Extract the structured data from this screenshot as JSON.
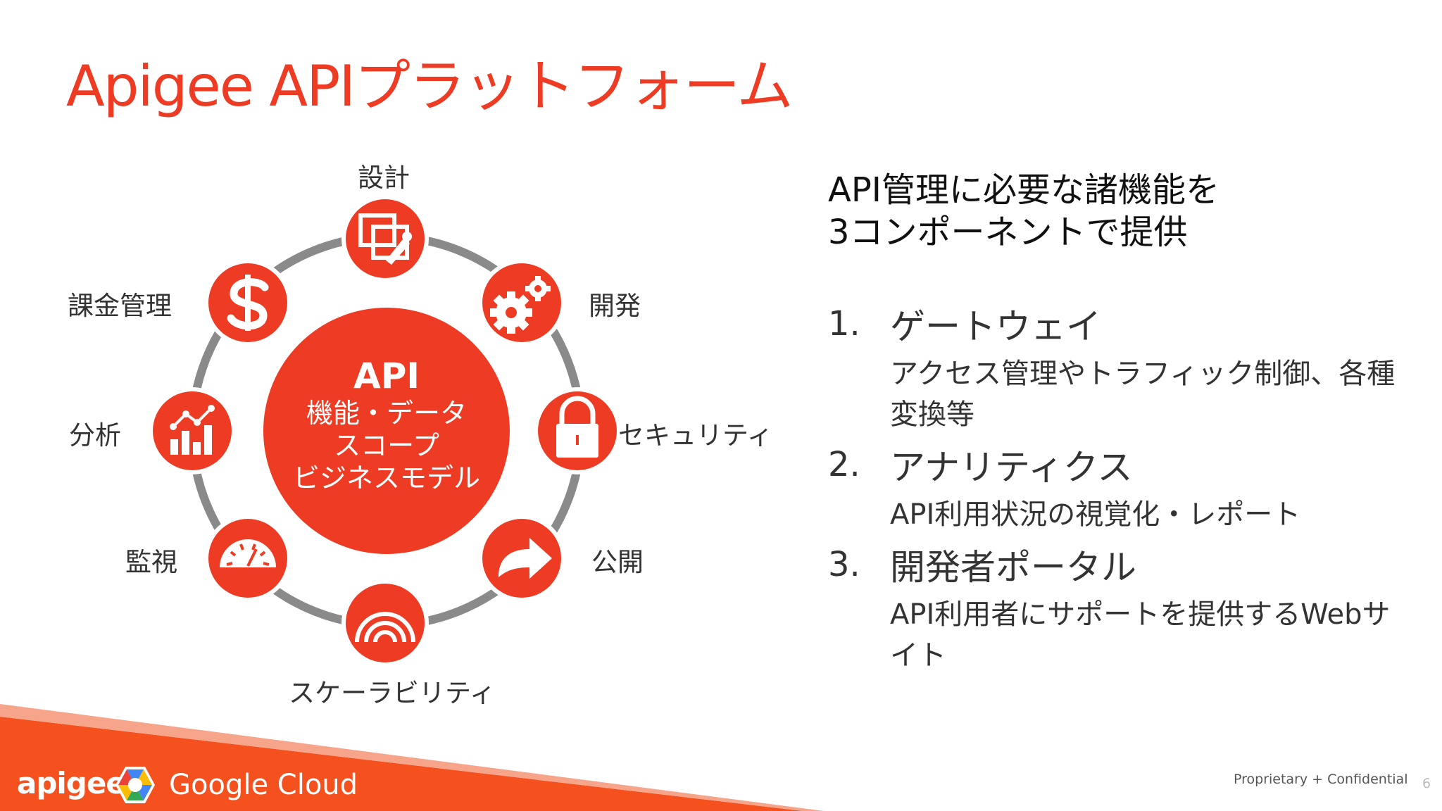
{
  "slide": {
    "title": "Apigee APIプラットフォーム",
    "page_number": "6",
    "confidential": "Proprietary + Confidential"
  },
  "diagram": {
    "center": {
      "title": "API",
      "lines": [
        "機能・データ",
        "スコープ",
        "ビジネスモデル"
      ]
    },
    "nodes": [
      {
        "label": "設計",
        "icon": "design-icon"
      },
      {
        "label": "開発",
        "icon": "gears-icon"
      },
      {
        "label": "セキュリティ",
        "icon": "lock-icon"
      },
      {
        "label": "公開",
        "icon": "arrow-right-icon"
      },
      {
        "label": "スケーラビリティ",
        "icon": "scalability-icon"
      },
      {
        "label": "監視",
        "icon": "gauge-icon"
      },
      {
        "label": "分析",
        "icon": "analytics-chart-icon"
      },
      {
        "label": "課金管理",
        "icon": "dollar-icon"
      }
    ],
    "colors": {
      "accent": "#ee3b24",
      "ring": "#8a8a8a"
    }
  },
  "panel": {
    "headline_lines": [
      "API管理に必要な諸機能を",
      "3コンポーネントで提供"
    ],
    "items": [
      {
        "num": "1.",
        "title": "ゲートウェイ",
        "desc": "アクセス管理やトラフィック制御、各種変換等"
      },
      {
        "num": "2.",
        "title": "アナリティクス",
        "desc": "API利用状況の視覚化・レポート"
      },
      {
        "num": "3.",
        "title": "開発者ポータル",
        "desc": "API利用者にサポートを提供するWebサイト"
      }
    ]
  },
  "footer": {
    "brand": "apigee",
    "cloud": "Google Cloud",
    "colors": {
      "band": "#f4511e",
      "band_light": "#f6a48a"
    }
  }
}
